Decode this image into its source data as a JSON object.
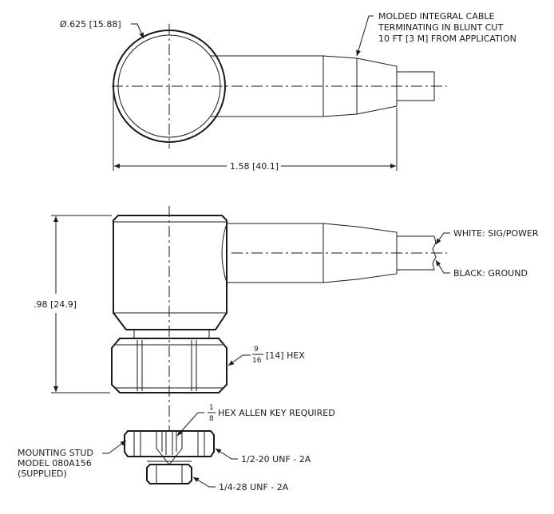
{
  "top_view": {
    "diameter_label": "Ø.625 [15.88]",
    "cable_note": [
      "MOLDED INTEGRAL CABLE",
      "TERMINATING IN BLUNT CUT",
      "10 FT [3 M] FROM APPLICATION"
    ],
    "length_label": "1.58 [40.1]"
  },
  "side_view": {
    "height_label": ".98 [24.9]",
    "white_wire_label": "WHITE: SIG/POWER",
    "black_wire_label": "BLACK: GROUND",
    "hex_fraction_num": "9",
    "hex_fraction_den": "16",
    "hex_label": "[14] HEX"
  },
  "mounting": {
    "allen_fraction_num": "1",
    "allen_fraction_den": "8",
    "allen_label": "HEX ALLEN KEY REQUIRED",
    "stud_label": [
      "MOUNTING STUD",
      "MODEL 080A156",
      "(SUPPLIED)"
    ],
    "thread_upper": "1/2-20 UNF - 2A",
    "thread_lower": "1/4-28 UNF - 2A"
  }
}
